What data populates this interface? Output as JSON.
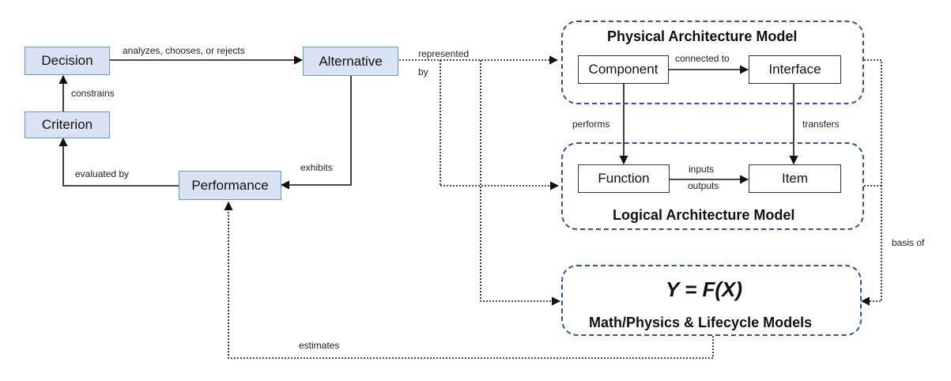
{
  "nodes": {
    "decision": "Decision",
    "criterion": "Criterion",
    "alternative": "Alternative",
    "performance": "Performance",
    "component": "Component",
    "interface": "Interface",
    "function": "Function",
    "item": "Item"
  },
  "containers": {
    "physical": "Physical Architecture Model",
    "logical": "Logical Architecture Model",
    "math_equation": "Y = F(X)",
    "math": "Math/Physics & Lifecycle Models"
  },
  "edges": {
    "analyzes": "analyzes, chooses, or rejects",
    "constrains": "constrains",
    "evaluated_by": "evaluated by",
    "exhibits": "exhibits",
    "represented": "represented",
    "by": "by",
    "connected_to": "connected to",
    "performs": "performs",
    "transfers": "transfers",
    "inputs": "inputs",
    "outputs": "outputs",
    "basis_of": "basis of",
    "estimates": "estimates"
  },
  "colors": {
    "node_fill": "#dae3f3",
    "node_border": "#5b9bd5",
    "container_border": "#2f5597"
  }
}
